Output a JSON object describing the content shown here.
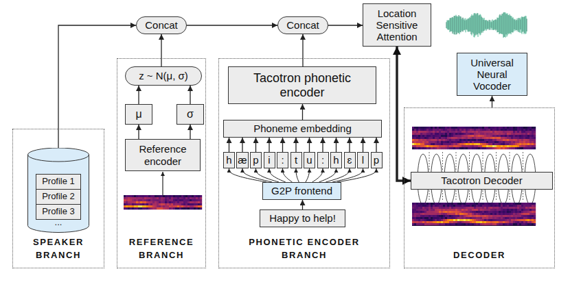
{
  "diagram": {
    "nodes": [
      {
        "text": [
          "Concat"
        ]
      },
      {
        "text": [
          "Concat"
        ]
      },
      {
        "text": [
          "Location Sensitive Attention"
        ]
      },
      {
        "text": [
          "SPEAKER BRANCH"
        ]
      },
      {
        "text": [
          "..."
        ],
        "in": 3
      },
      {
        "text": [
          "Profile 1"
        ],
        "in": 4
      },
      {
        "text": [
          "Profile 2"
        ],
        "in": 4
      },
      {
        "text": [
          "Profile 3"
        ],
        "in": 4
      },
      {
        "text": [
          "REFERENCE BRANCH"
        ]
      },
      {
        "text": [
          "z ~ N(μ, σ)"
        ],
        "in": 8
      },
      {
        "text": [
          "μ"
        ],
        "in": 8
      },
      {
        "text": [
          "σ"
        ],
        "in": 8
      },
      {
        "text": [
          "Reference encoder"
        ],
        "in": 8
      },
      {
        "text": [
          "PHONETIC ENCODER BRANCH"
        ]
      },
      {
        "text": [
          "Tacotron phonetic encoder"
        ],
        "in": 13
      },
      {
        "text": [
          "Phoneme embedding"
        ],
        "in": 13
      },
      {
        "text": [
          "h"
        ],
        "in": 13
      },
      {
        "text": [
          "æ"
        ],
        "in": 13
      },
      {
        "text": [
          "p"
        ],
        "in": 13
      },
      {
        "text": [
          "i"
        ],
        "in": 13
      },
      {
        "text": [
          ":"
        ],
        "in": 13
      },
      {
        "text": [
          "t"
        ],
        "in": 13
      },
      {
        "text": [
          "u"
        ],
        "in": 13
      },
      {
        "text": [
          ":"
        ],
        "in": 13
      },
      {
        "text": [
          "h"
        ],
        "in": 13
      },
      {
        "text": [
          "ɛ"
        ],
        "in": 13
      },
      {
        "text": [
          "l"
        ],
        "in": 13
      },
      {
        "text": [
          "p"
        ],
        "in": 13
      },
      {
        "text": [
          "G2P frontend"
        ],
        "in": 13
      },
      {
        "text": [
          "Happy to help!"
        ],
        "in": 13
      },
      {
        "text": [
          "DECODER"
        ]
      },
      {
        "text": [
          "Tacotron Decoder"
        ],
        "in": 30
      },
      {
        "text": [
          "Universal Neural Vocoder"
        ]
      }
    ],
    "edges": [
      {
        "from": 4,
        "to": 0,
        "arrow": "to"
      },
      {
        "from": 0,
        "to": 1,
        "arrow": "to"
      },
      {
        "from": 1,
        "to": 2,
        "arrow": "to"
      },
      {
        "from": 9,
        "to": 0,
        "arrow": "to"
      },
      {
        "from": 10,
        "to": 9,
        "arrow": "to"
      },
      {
        "from": 11,
        "to": 9,
        "arrow": "to"
      },
      {
        "from": 12,
        "to": 10,
        "arrow": "to"
      },
      {
        "from": 12,
        "to": 11,
        "arrow": "to"
      },
      {
        "from": 14,
        "to": 1,
        "arrow": "to"
      },
      {
        "from": 15,
        "to": 14,
        "arrow": "to"
      },
      {
        "from": 16,
        "to": 15,
        "arrow": "to"
      },
      {
        "from": 17,
        "to": 15,
        "arrow": "to"
      },
      {
        "from": 18,
        "to": 15,
        "arrow": "to"
      },
      {
        "from": 19,
        "to": 15,
        "arrow": "to"
      },
      {
        "from": 20,
        "to": 15,
        "arrow": "to"
      },
      {
        "from": 21,
        "to": 15,
        "arrow": "to"
      },
      {
        "from": 22,
        "to": 15,
        "arrow": "to"
      },
      {
        "from": 23,
        "to": 15,
        "arrow": "to"
      },
      {
        "from": 24,
        "to": 15,
        "arrow": "to"
      },
      {
        "from": 25,
        "to": 15,
        "arrow": "to"
      },
      {
        "from": 26,
        "to": 15,
        "arrow": "to"
      },
      {
        "from": 27,
        "to": 15,
        "arrow": "to"
      },
      {
        "from": 28,
        "to": 16,
        "arrow": "to"
      },
      {
        "from": 28,
        "to": 17,
        "arrow": "to"
      },
      {
        "from": 28,
        "to": 18,
        "arrow": "to"
      },
      {
        "from": 28,
        "to": 19,
        "arrow": "to"
      },
      {
        "from": 28,
        "to": 20,
        "arrow": "to"
      },
      {
        "from": 28,
        "to": 21,
        "arrow": "to"
      },
      {
        "from": 28,
        "to": 22,
        "arrow": "to"
      },
      {
        "from": 28,
        "to": 23,
        "arrow": "to"
      },
      {
        "from": 28,
        "to": 24,
        "arrow": "to"
      },
      {
        "from": 28,
        "to": 25,
        "arrow": "to"
      },
      {
        "from": 28,
        "to": 26,
        "arrow": "to"
      },
      {
        "from": 28,
        "to": 27,
        "arrow": "to"
      },
      {
        "from": 29,
        "to": 28,
        "arrow": "to"
      },
      {
        "from": 2,
        "to": 31,
        "arrow": "both"
      },
      {
        "from": 30,
        "to": 32,
        "arrow": "to"
      }
    ]
  }
}
